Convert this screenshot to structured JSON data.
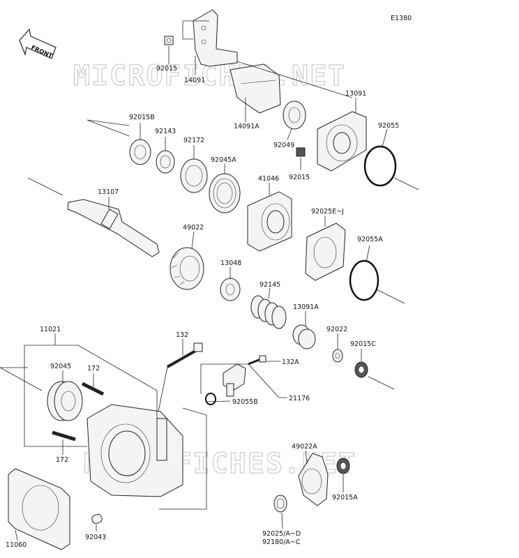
{
  "diagram_code": "E1380",
  "front_label": "FRONT",
  "watermarks": [
    "MICROFICHES.NET",
    "MICROFICHES.NET"
  ],
  "labels": {
    "p92015_top": "92015",
    "p14091": "14091",
    "p14091A": "14091A",
    "p13091": "13091",
    "p92015B": "92015B",
    "p92143": "92143",
    "p92172": "92172",
    "p92045A": "92045A",
    "p92049": "92049",
    "p92015_mid": "92015",
    "p92055": "92055",
    "p13107": "13107",
    "p41046": "41046",
    "p92025EJ": "92025E~J",
    "p49022": "49022",
    "p92055A": "92055A",
    "p13048": "13048",
    "p92145": "92145",
    "p13091A": "13091A",
    "p92022": "92022",
    "p92015C": "92015C",
    "p11021": "11021",
    "p132": "132",
    "p132A": "132A",
    "p92045": "92045",
    "p172_top": "172",
    "p92055B": "92055B",
    "p21176": "21176",
    "p172_bot": "172",
    "p49022A": "49022A",
    "p92015A": "92015A",
    "p11060": "11060",
    "p92043": "92043",
    "p92025AD": "92025/A~D",
    "p92180AC": "92180/A~C"
  }
}
